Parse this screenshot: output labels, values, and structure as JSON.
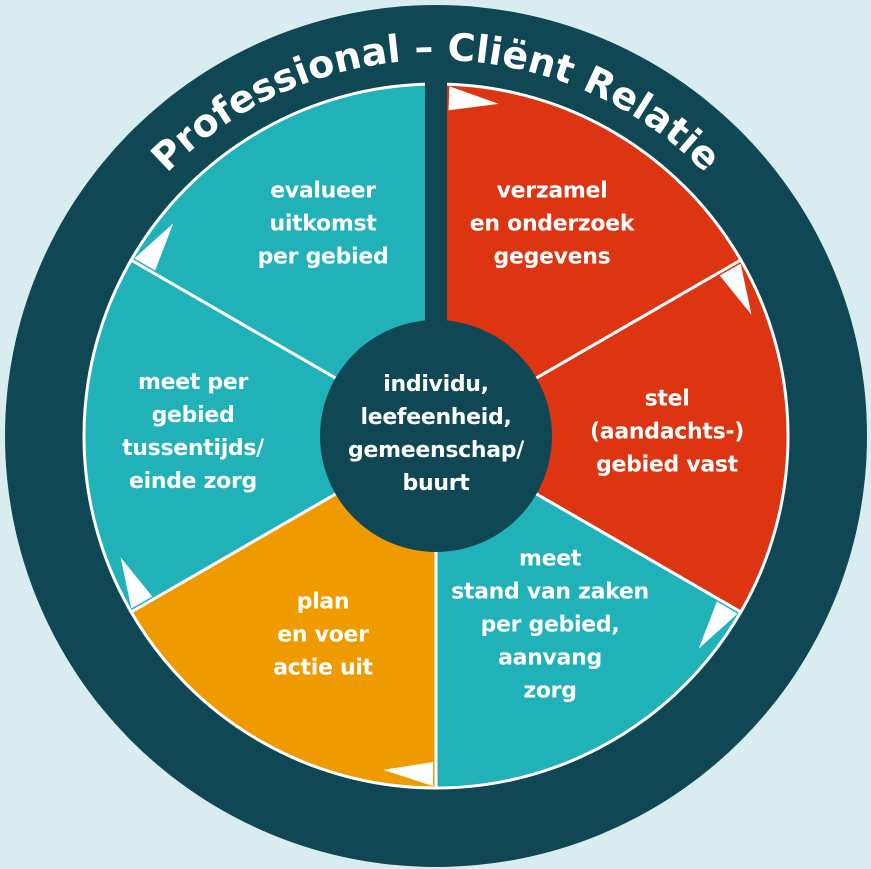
{
  "title": "Professional – Cliënt Relatie",
  "center": "individu,\nleefeenheid,\ngemeenschap/\nbuurt",
  "segments": [
    {
      "label": "verzamel\nen onderzoek\ngegevens",
      "color": "#dd3412"
    },
    {
      "label": "stel\n(aandachts-)\ngebied vast",
      "color": "#dd3412"
    },
    {
      "label": "meet\nstand van zaken\nper gebied,\naanvang\nzorg",
      "color": "#21b1b8"
    },
    {
      "label": "plan\nen voer\nactie uit",
      "color": "#ef9b00"
    },
    {
      "label": "meet per\ngebied\ntussentijds/\neinde zorg",
      "color": "#21b1b8"
    },
    {
      "label": "evalueer\nuitkomst\nper gebied",
      "color": "#21b1b8"
    }
  ],
  "colors": {
    "background": "#d9edf0",
    "ring": "#0f4755",
    "separator": "#ffffff",
    "flag": "#ffffff"
  },
  "flag_icon": "white-flag-arrow"
}
